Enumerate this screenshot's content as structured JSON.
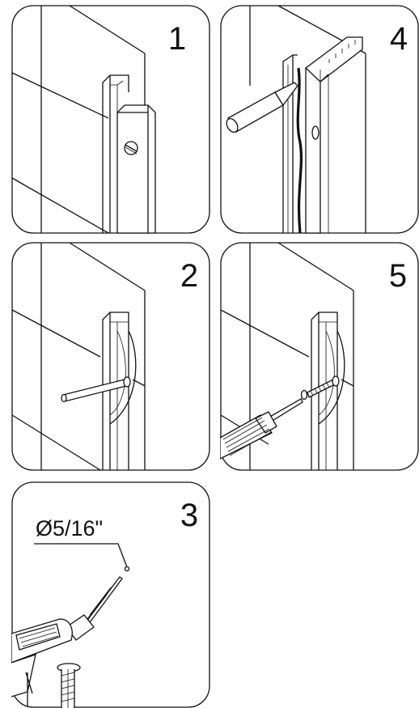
{
  "panels": [
    {
      "id": "1",
      "label": "1"
    },
    {
      "id": "2",
      "label": "2"
    },
    {
      "id": "3",
      "label": "3",
      "dimension": "Ø5/16\""
    },
    {
      "id": "4",
      "label": "4"
    },
    {
      "id": "5",
      "label": "5"
    }
  ],
  "colors": {
    "stroke": "#111111",
    "background": "#ffffff"
  },
  "icons": [
    "screwdriver-icon",
    "drill-icon",
    "nail-icon",
    "screw-icon",
    "wall-plug-icon",
    "glue-applicator-icon"
  ]
}
